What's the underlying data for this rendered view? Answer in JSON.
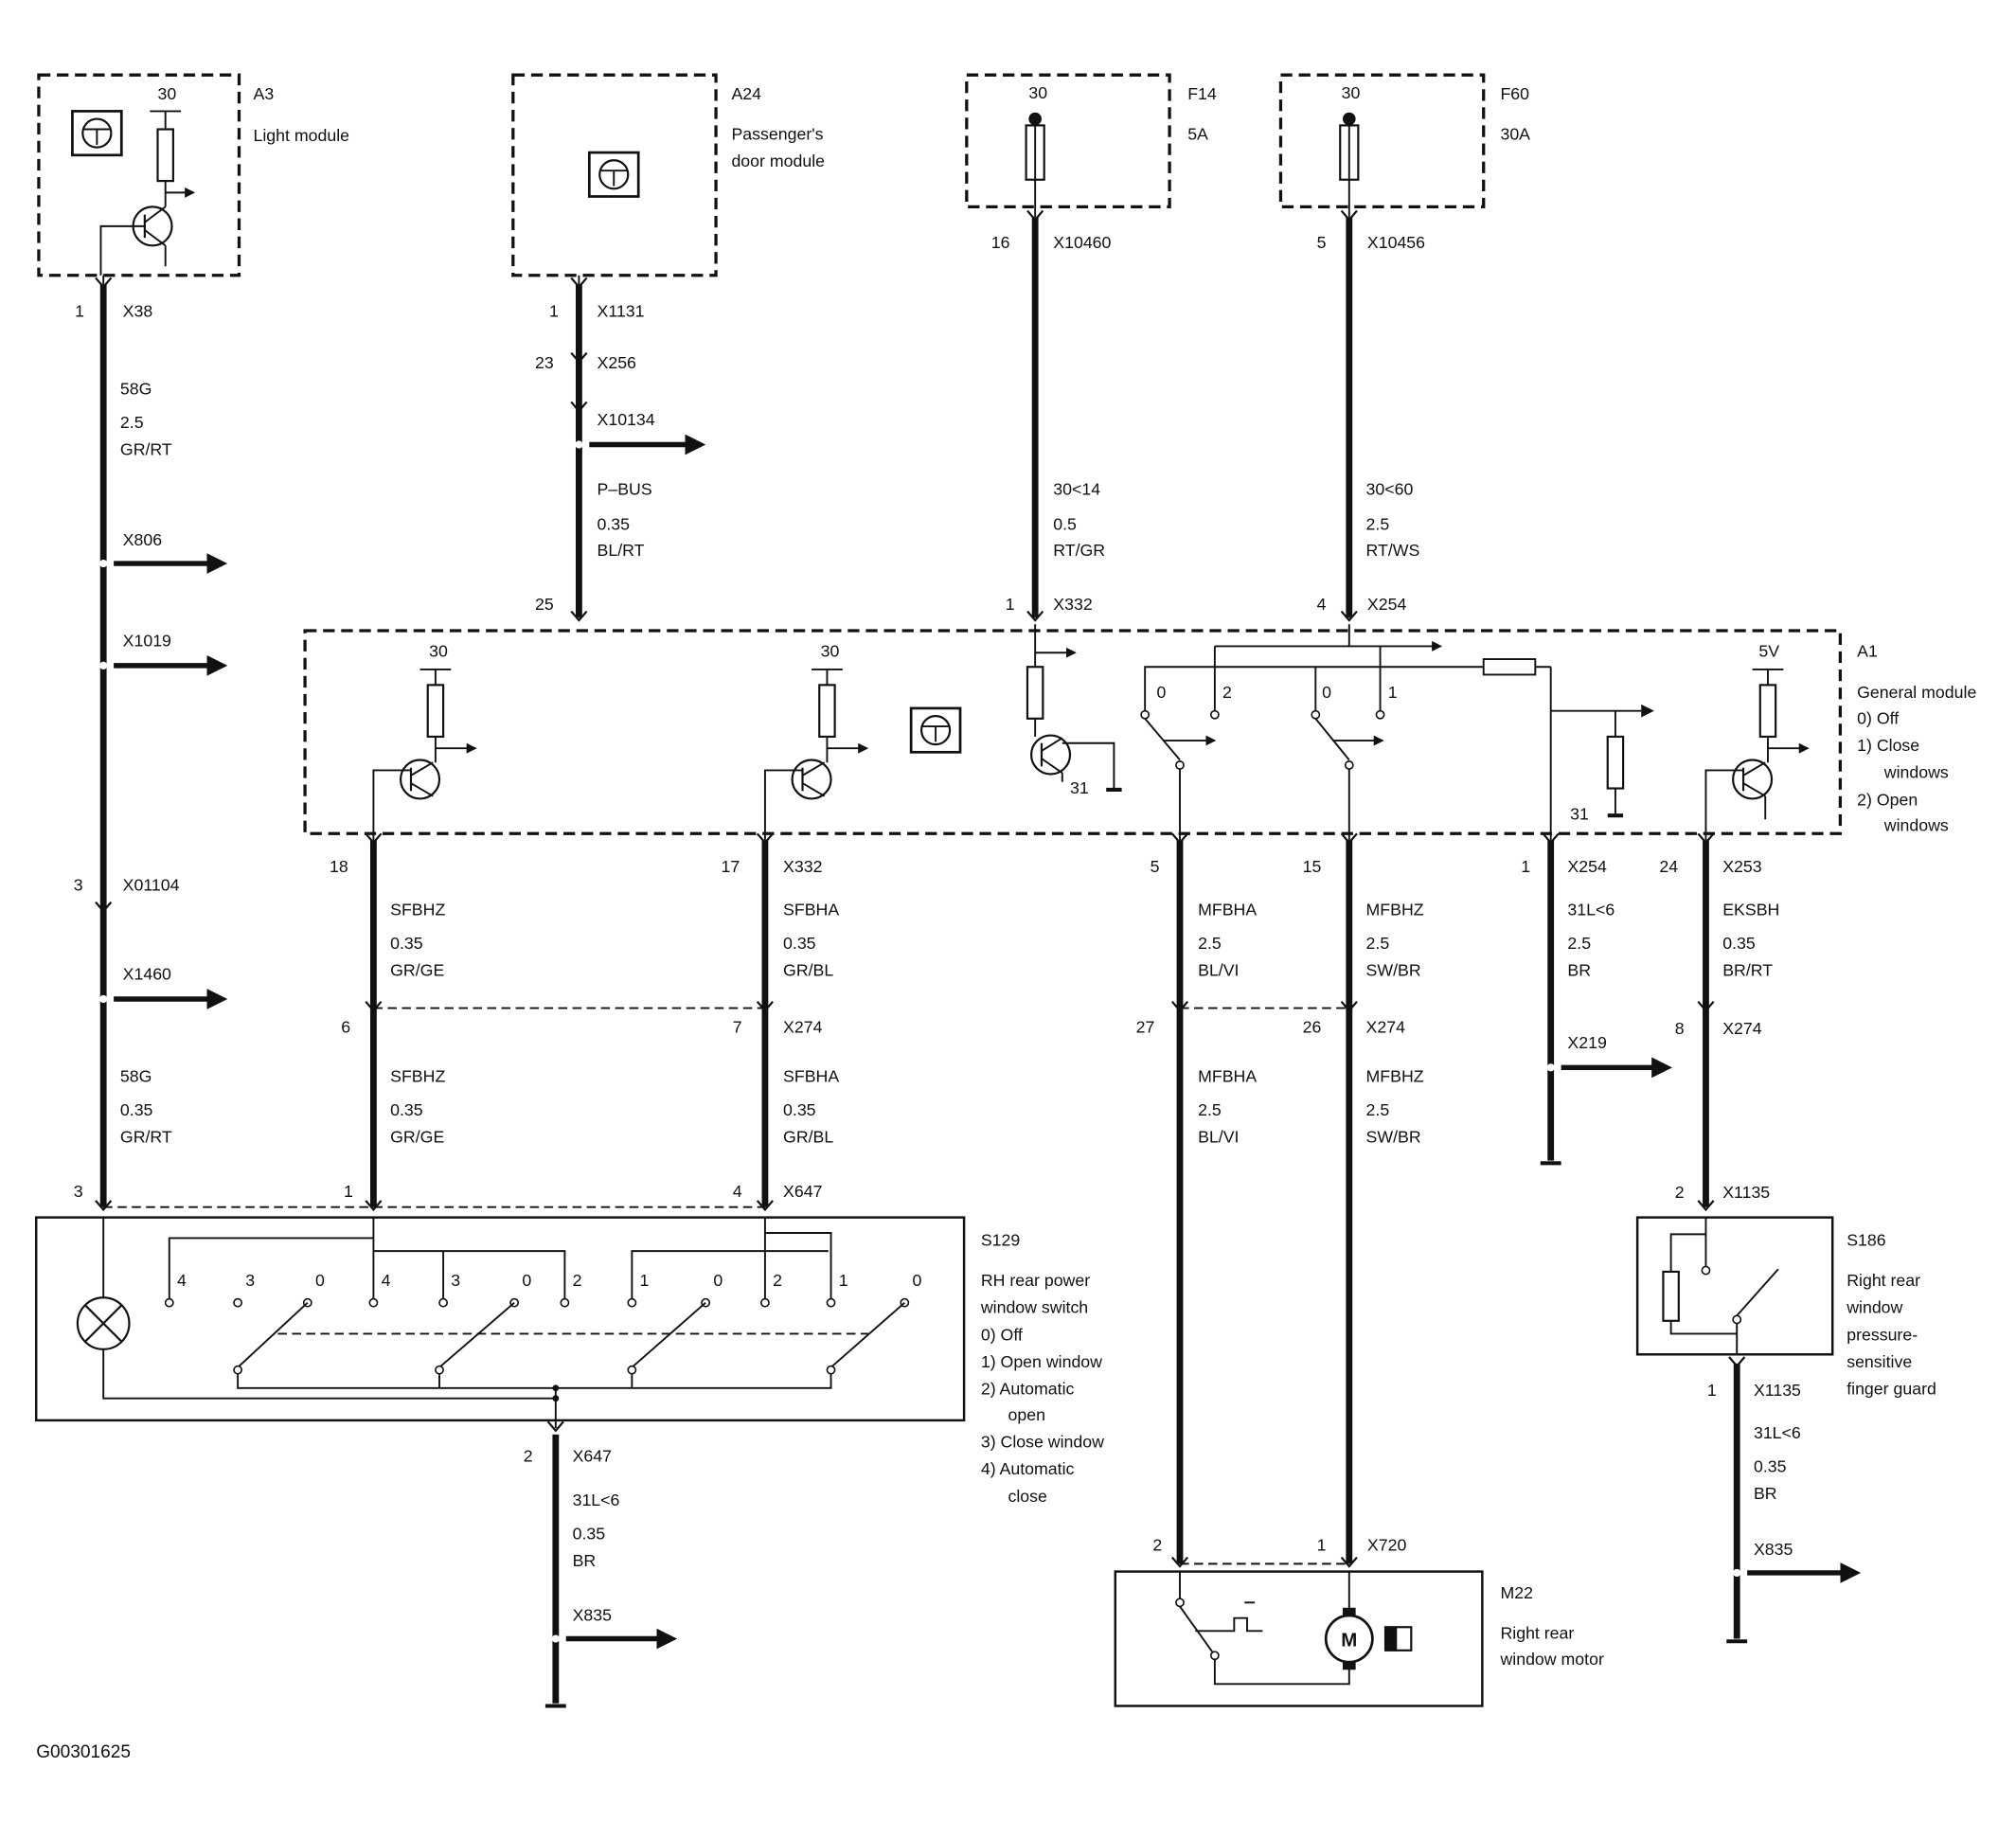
{
  "figure_code": "G00301625",
  "components": {
    "a3": {
      "id": "A3",
      "name": "Light module",
      "terminal": "30"
    },
    "a24": {
      "id": "A24",
      "name_line1": "Passenger's",
      "name_line2": "door module"
    },
    "f14": {
      "id": "F14",
      "rating": "5A",
      "terminal": "30"
    },
    "f60": {
      "id": "F60",
      "rating": "30A",
      "terminal": "30"
    },
    "a1": {
      "id": "A1",
      "name": "General module",
      "legend": [
        "0)  Off",
        "1)  Close",
        "windows",
        "2)  Open",
        "windows"
      ],
      "supply_1": "30",
      "supply_2": "30",
      "supply_3": "5V",
      "ground_1": "31",
      "ground_2": "31",
      "relay1_pos_a": "0",
      "relay1_pos_b": "2",
      "relay2_pos_a": "0",
      "relay2_pos_b": "1"
    },
    "s129": {
      "id": "S129",
      "name_line1": "RH rear power",
      "name_line2": "window switch",
      "legend": [
        "0)  Off",
        "1)  Open window",
        "2)  Automatic",
        "open",
        "3)  Close window",
        "4)  Automatic",
        "close"
      ],
      "contacts": [
        "4",
        "3",
        "0",
        "4",
        "3",
        "0",
        "2",
        "1",
        "0",
        "2",
        "1",
        "0"
      ]
    },
    "s186": {
      "id": "S186",
      "legend": [
        "Right rear",
        "window",
        "pressure-",
        "sensitive",
        "finger guard"
      ]
    },
    "m22": {
      "id": "M22",
      "name_line1": "Right rear",
      "name_line2": "window motor",
      "motor_symbol": "M"
    }
  },
  "wires": {
    "w1": {
      "pin_top": "1",
      "conn_top": "X38",
      "seg1": [
        "58G",
        "2.5",
        "GR/RT"
      ],
      "branch1": "X806",
      "branch2": "X1019",
      "pin_mid": "3",
      "conn_mid": "X01104",
      "branch3": "X1460",
      "seg2": [
        "58G",
        "0.35",
        "GR/RT"
      ],
      "pin_bot": "3"
    },
    "w2": {
      "pin_top": "1",
      "conn_top": "X1131",
      "pin_2": "23",
      "conn_2": "X256",
      "branch": "X10134",
      "seg": [
        "P–BUS",
        "0.35",
        "BL/RT"
      ],
      "pin_bot": "25"
    },
    "w3": {
      "pin_top": "16",
      "conn_top": "X10460",
      "seg": [
        "30<14",
        "0.5",
        "RT/GR"
      ],
      "pin_bot": "1",
      "conn_bot": "X332"
    },
    "w4": {
      "pin_top": "5",
      "conn_top": "X10456",
      "seg": [
        "30<60",
        "2.5",
        "RT/WS"
      ],
      "pin_bot": "4",
      "conn_bot": "X254"
    },
    "w5": {
      "pin_a1": "18",
      "seg1": [
        "SFBHZ",
        "0.35",
        "GR/GE"
      ],
      "pin_mid": "6",
      "seg2": [
        "SFBHZ",
        "0.35",
        "GR/GE"
      ],
      "pin_bot": "1"
    },
    "w6": {
      "pin_a1": "17",
      "conn_a1": "X332",
      "seg1": [
        "SFBHA",
        "0.35",
        "GR/BL"
      ],
      "pin_mid": "7",
      "conn_mid": "X274",
      "seg2": [
        "SFBHA",
        "0.35",
        "GR/BL"
      ],
      "pin_bot": "4",
      "conn_bot": "X647"
    },
    "w7": {
      "pin_a1": "5",
      "seg1": [
        "MFBHA",
        "2.5",
        "BL/VI"
      ],
      "pin_mid": "27",
      "seg2": [
        "MFBHA",
        "2.5",
        "BL/VI"
      ],
      "pin_bot": "2"
    },
    "w8": {
      "pin_a1": "15",
      "seg1": [
        "MFBHZ",
        "2.5",
        "SW/BR"
      ],
      "pin_mid": "26",
      "conn_mid": "X274",
      "seg2": [
        "MFBHZ",
        "2.5",
        "SW/BR"
      ],
      "pin_bot": "1",
      "conn_bot": "X720"
    },
    "w9": {
      "pin_a1": "1",
      "conn_a1": "X254",
      "seg": [
        "31L<6",
        "2.5",
        "BR"
      ],
      "branch": "X219"
    },
    "w10": {
      "pin_a1": "24",
      "conn_a1": "X253",
      "seg1": [
        "EKSBH",
        "0.35",
        "BR/RT"
      ],
      "pin_mid": "8",
      "conn_mid": "X274",
      "pin_bot": "2",
      "conn_bot": "X1135"
    },
    "w11": {
      "pin_top": "2",
      "conn_top": "X647",
      "seg": [
        "31L<6",
        "0.35",
        "BR"
      ],
      "branch": "X835"
    },
    "w12": {
      "pin_top": "1",
      "conn_top": "X1135",
      "seg": [
        "31L<6",
        "0.35",
        "BR"
      ],
      "branch": "X835"
    }
  }
}
